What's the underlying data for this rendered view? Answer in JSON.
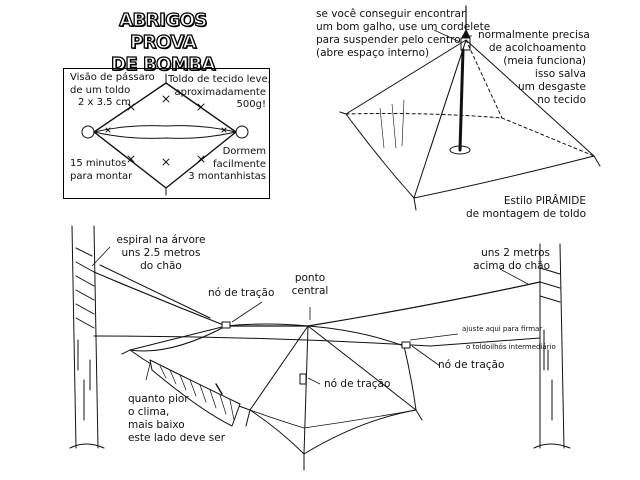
{
  "title": {
    "line1": "ABRIGOS PROVA",
    "line2": "DE BOMBA"
  },
  "inset": {
    "top_left": [
      "Visão de pássaro",
      "de um toldo",
      "2 x 3.5 cm"
    ],
    "top_right": [
      "Toldo de tecido leve,",
      "aproximadamente",
      "500g!"
    ],
    "bottom_left": [
      "15 minutos",
      "para montar"
    ],
    "bottom_right": [
      "Dormem",
      "facilmente",
      "3 montanhistas"
    ]
  },
  "pyramid": {
    "note_left": [
      "se você conseguir encontrar",
      "um bom galho, use um cordelete",
      "para suspender pelo centro",
      "(abre espaço interno)"
    ],
    "note_right": [
      "normalmente precisa",
      "de acolchoamento",
      "(meia funciona)",
      "isso salva",
      "um desgaste",
      "no tecido"
    ],
    "caption": [
      "Estilo PIRÂMIDE",
      "de montagem de toldo"
    ]
  },
  "ridge": {
    "left_tree": [
      "espiral na árvore",
      "uns 2.5 metros",
      "do chão"
    ],
    "right_tree": [
      "uns 2 metros",
      "acima do chão"
    ],
    "center_point": [
      "ponto",
      "central"
    ],
    "knot_left": "nó de tração",
    "knot_center": "nó de tração",
    "knot_right": "nó de tração",
    "adjust": [
      "ajuste aqui para firmar",
      "o toldoilhós intermediário"
    ],
    "weather": [
      "quanto pior",
      "o clima,",
      "mais baixo",
      "este lado deve ser"
    ]
  }
}
